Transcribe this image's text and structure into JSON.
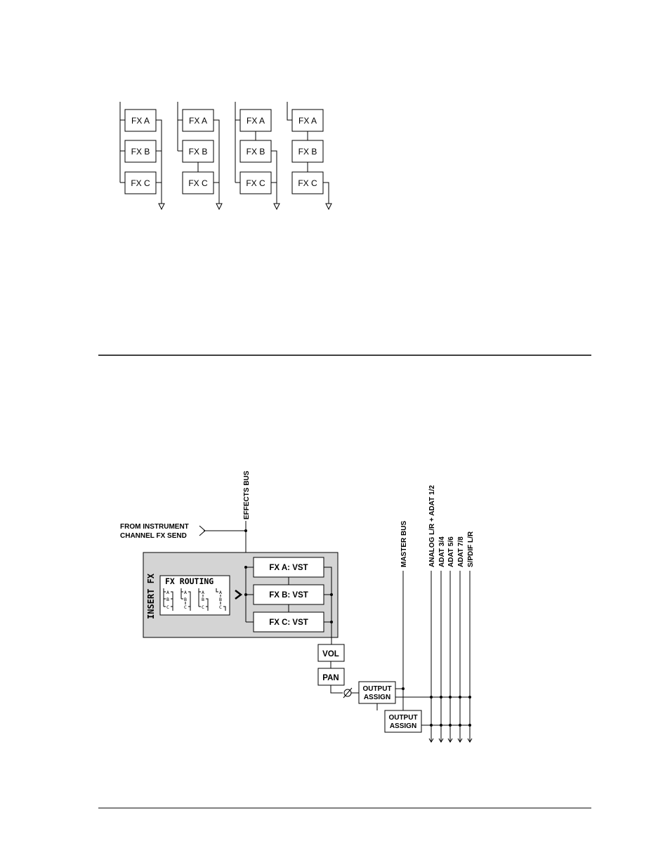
{
  "routing_diagrams": [
    {
      "blocks": [
        "FX A",
        "FX B",
        "FX C"
      ]
    },
    {
      "blocks": [
        "FX A",
        "FX B",
        "FX C"
      ]
    },
    {
      "blocks": [
        "FX A",
        "FX B",
        "FX C"
      ]
    },
    {
      "blocks": [
        "FX A",
        "FX B",
        "FX C"
      ]
    }
  ],
  "signal_flow": {
    "effects_bus": "EFFECTS BUS",
    "from_instrument_line1": "FROM INSTRUMENT",
    "from_instrument_line2": "CHANNEL FX SEND",
    "insert_fx": "INSERT FX",
    "fx_routing": "FX ROUTING",
    "mini_letters": [
      "A",
      "B",
      "C"
    ],
    "fx_a": "FX A: VST",
    "fx_b": "FX B: VST",
    "fx_c": "FX C: VST",
    "vol": "VOL",
    "pan": "PAN",
    "output_assign_1_line1": "OUTPUT",
    "output_assign_1_line2": "ASSIGN",
    "output_assign_2_line1": "OUTPUT",
    "output_assign_2_line2": "ASSIGN",
    "master_bus": "MASTER BUS",
    "outputs": [
      "ANALOG L/R + ADAT 1/2",
      "ADAT 3/4",
      "ADAT 5/6",
      "ADAT 7/8",
      "S/PDIF L/R"
    ]
  }
}
